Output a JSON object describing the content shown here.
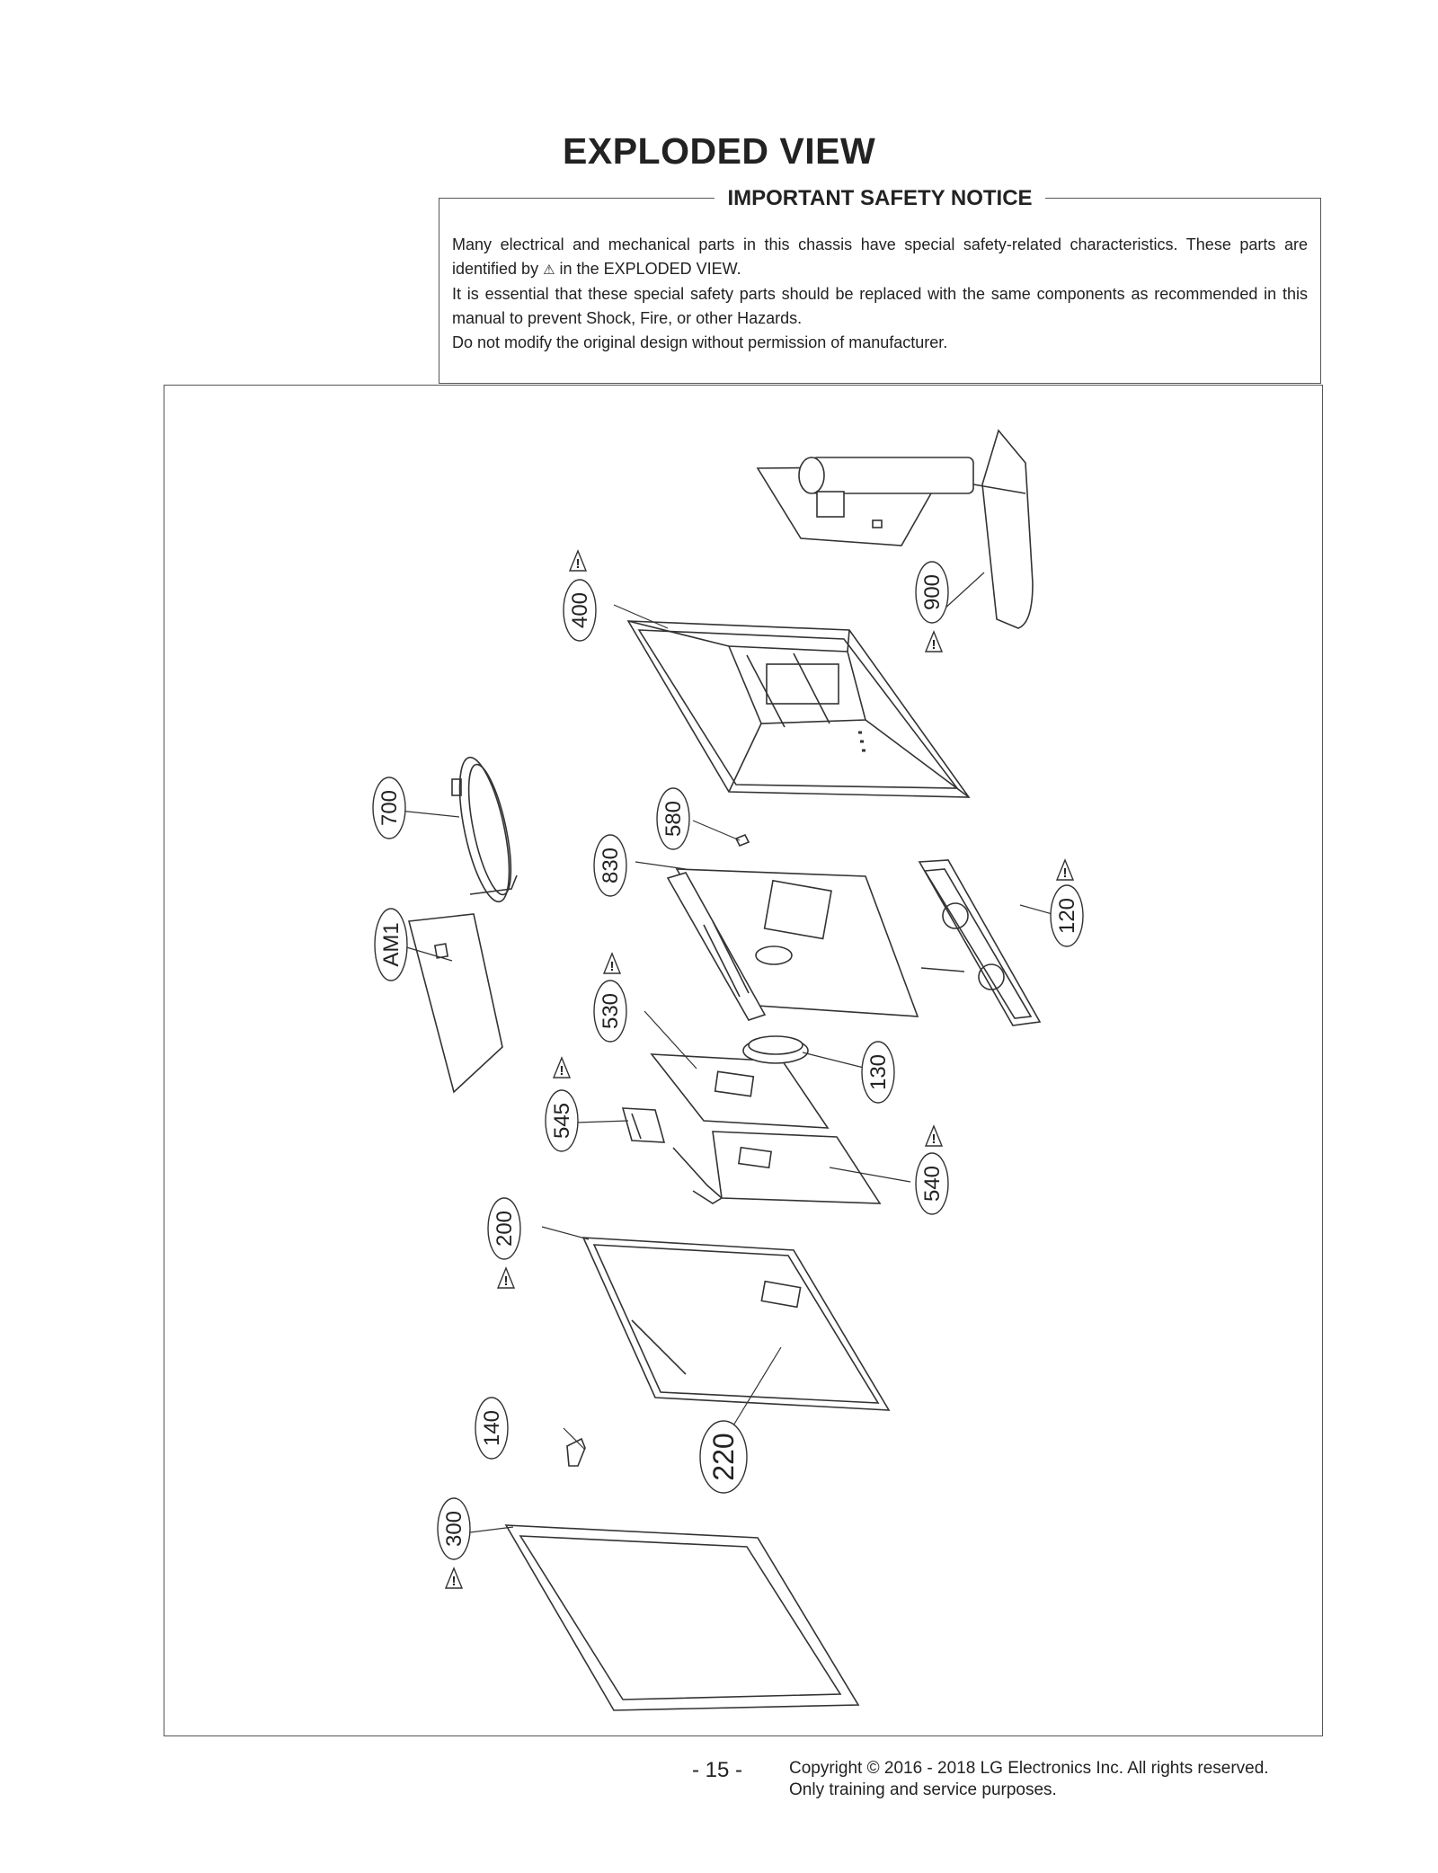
{
  "page": {
    "title": "EXPLODED VIEW",
    "page_number": "- 15 -",
    "copyright_line1": "Copyright © 2016 - 2018 LG Electronics Inc. All rights reserved.",
    "copyright_line2": "Only training and service purposes."
  },
  "notice": {
    "heading": "IMPORTANT SAFETY NOTICE",
    "line1_before": "Many electrical and mechanical parts in this chassis have special safety-related characteristics. These parts are identified by",
    "line1_symbol": "⚠",
    "line1_after": " in the EXPLODED VIEW.",
    "line2": "It is essential that these special safety parts should be replaced with the same components as recommended in this manual to prevent Shock, Fire, or other Hazards.",
    "line3": "Do not modify the original design without permission of manufacturer."
  },
  "callouts": {
    "c900": "900",
    "c400": "400",
    "c700": "700",
    "c580": "580",
    "c830": "830",
    "c120": "120",
    "cAM1": "AM1",
    "c530": "530",
    "c130": "130",
    "c545": "545",
    "c540": "540",
    "c200": "200",
    "c140": "140",
    "c220": "220",
    "c300": "300"
  },
  "warning_mark": "!"
}
